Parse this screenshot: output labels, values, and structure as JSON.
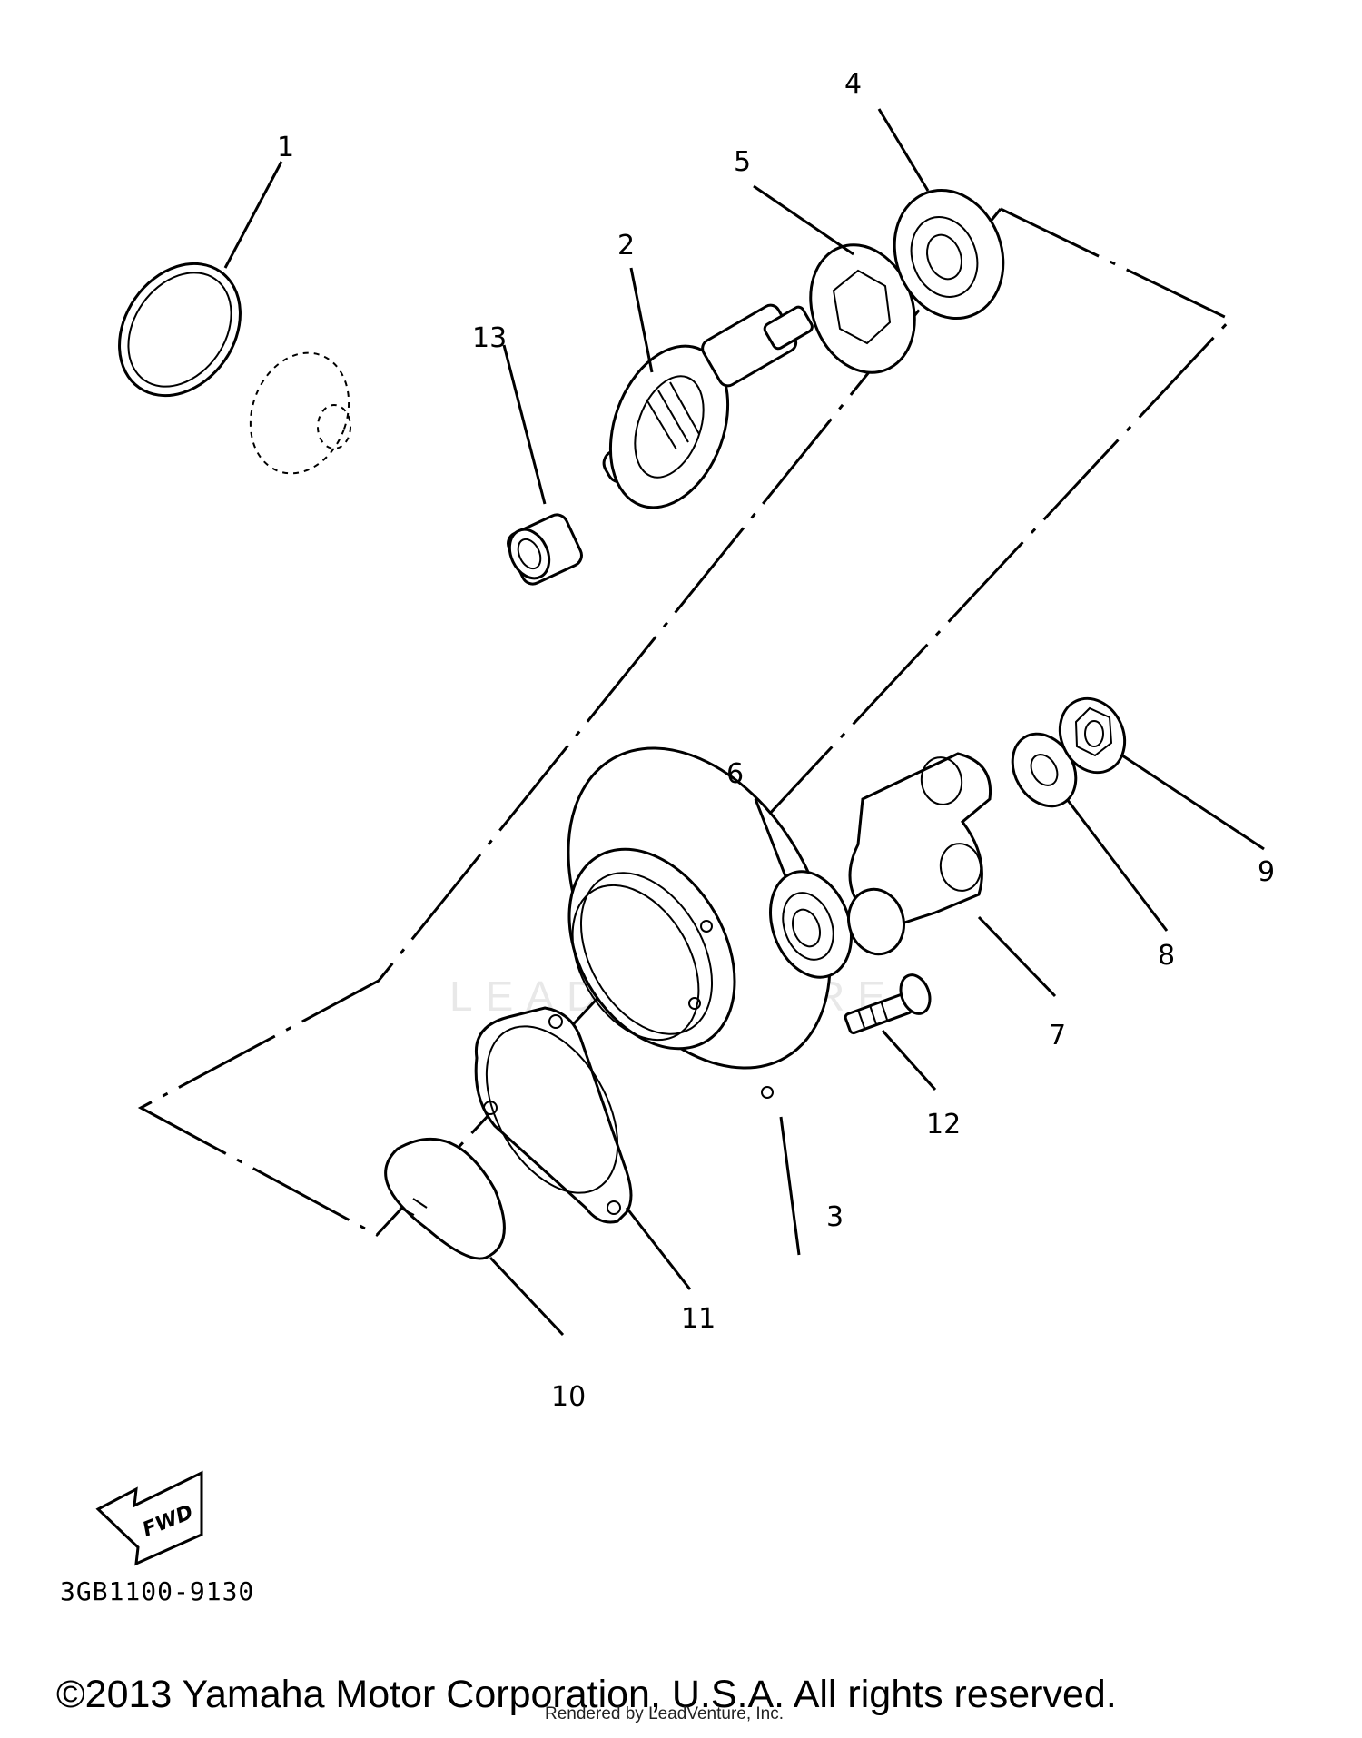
{
  "diagram": {
    "callouts": [
      {
        "id": "1",
        "label": "1"
      },
      {
        "id": "2",
        "label": "2"
      },
      {
        "id": "3",
        "label": "3"
      },
      {
        "id": "4",
        "label": "4"
      },
      {
        "id": "5",
        "label": "5"
      },
      {
        "id": "6",
        "label": "6"
      },
      {
        "id": "7",
        "label": "7"
      },
      {
        "id": "8",
        "label": "8"
      },
      {
        "id": "9",
        "label": "9"
      },
      {
        "id": "10",
        "label": "10"
      },
      {
        "id": "11",
        "label": "11"
      },
      {
        "id": "12",
        "label": "12"
      },
      {
        "id": "13",
        "label": "13"
      }
    ],
    "fwd_label": "FWD",
    "part_code": "3GB1100-9130",
    "watermark": "LEADVENTURE"
  },
  "footer": {
    "copyright": "©2013 Yamaha Motor Corporation, U.S.A. All rights reserved.",
    "rendered_by": "Rendered by LeadVenture, Inc."
  }
}
